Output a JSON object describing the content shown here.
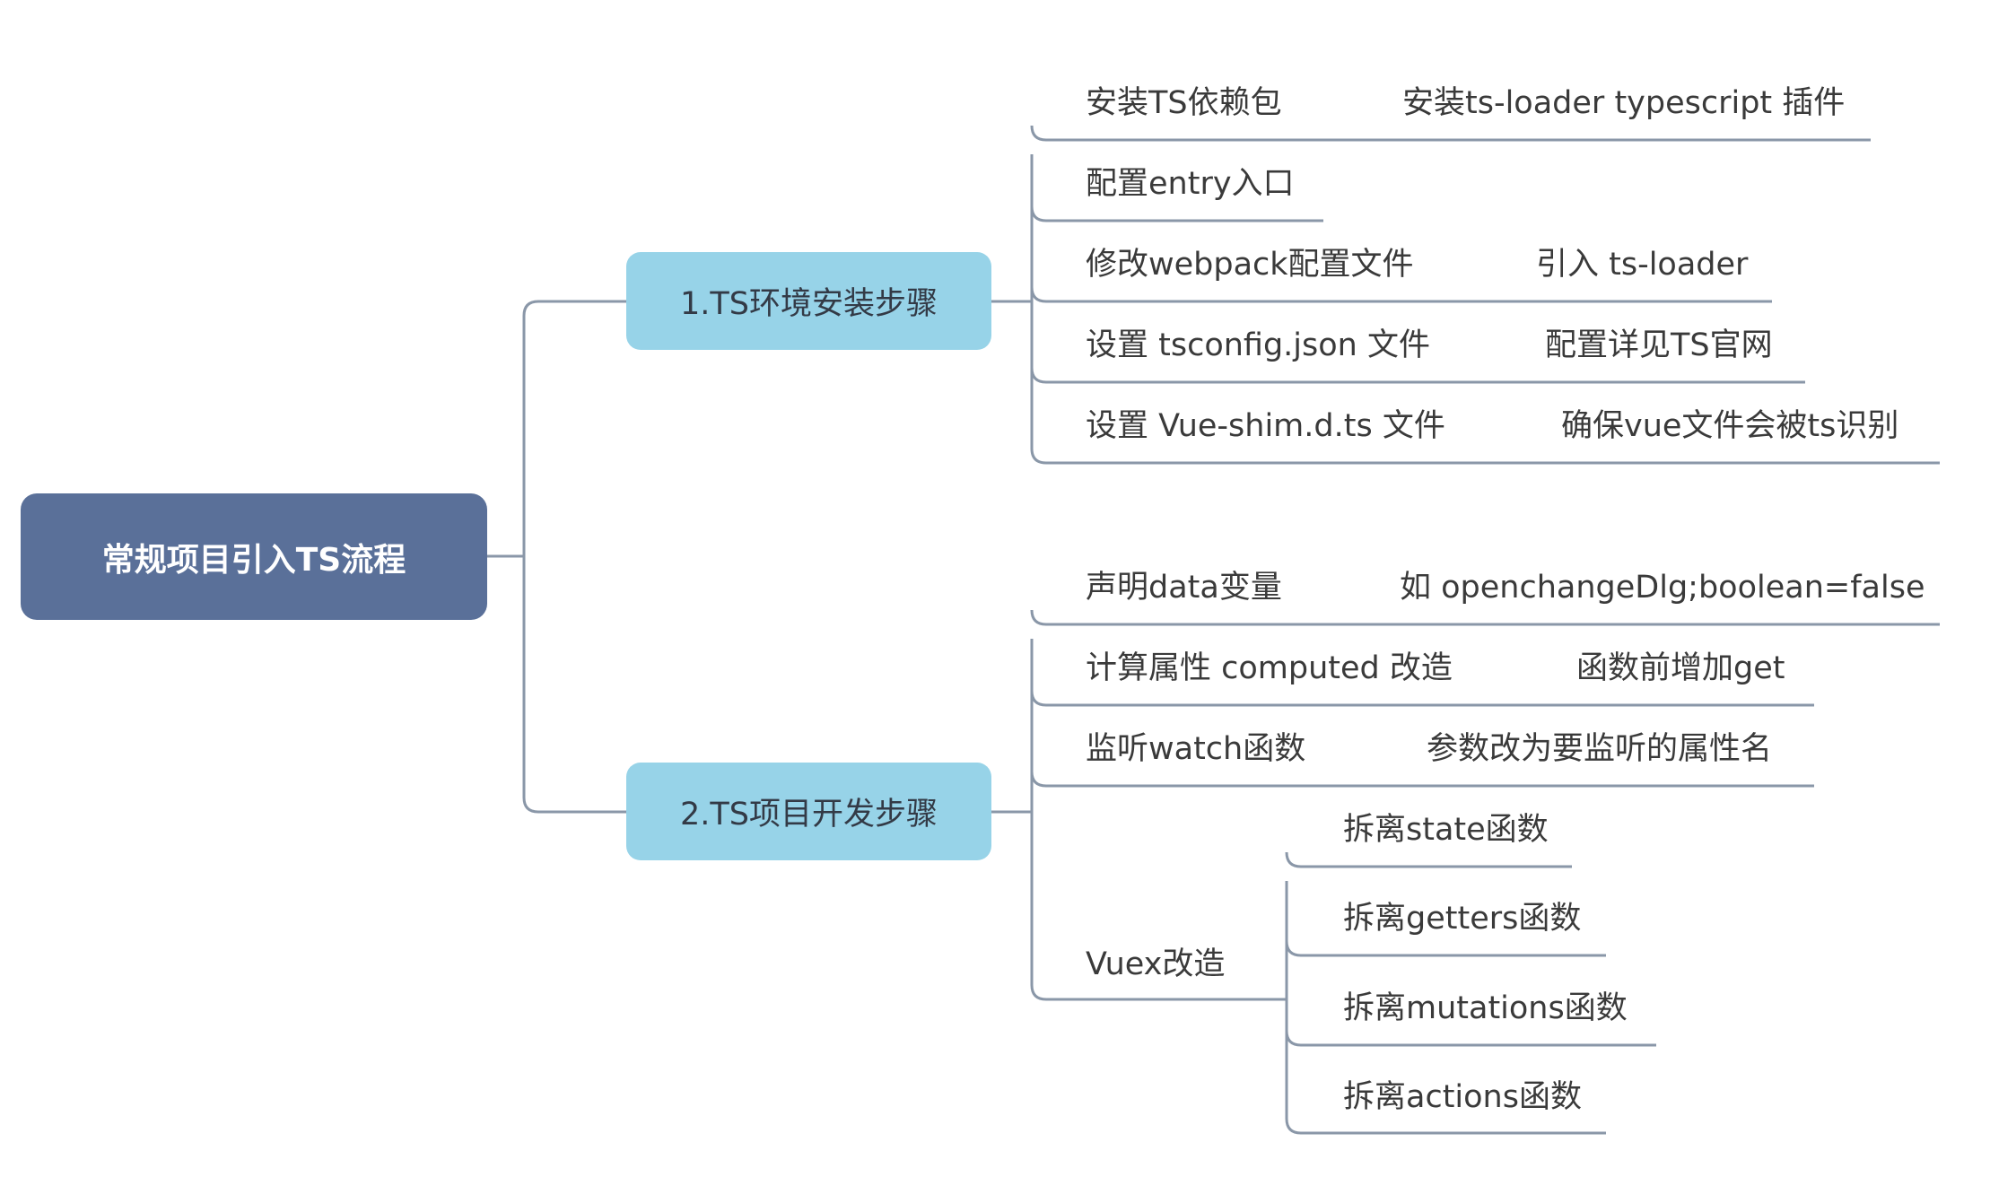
{
  "mindmap": {
    "root": {
      "label": "常规项目引入TS流程"
    },
    "branches": [
      {
        "label": "1.TS环境安装步骤",
        "items": [
          {
            "label": "安装TS依赖包",
            "note": "安装ts-loader typescript 插件"
          },
          {
            "label": "配置entry入口",
            "note": ""
          },
          {
            "label": "修改webpack配置文件",
            "note": "引入 ts-loader"
          },
          {
            "label": "设置 tsconfig.json 文件",
            "note": "配置详见TS官网"
          },
          {
            "label": "设置 Vue-shim.d.ts 文件",
            "note": "确保vue文件会被ts识别"
          }
        ]
      },
      {
        "label": "2.TS项目开发步骤",
        "items": [
          {
            "label": "声明data变量",
            "note": "如 openchangeDlg;boolean=false"
          },
          {
            "label": "计算属性 computed 改造",
            "note": "函数前增加get"
          },
          {
            "label": "监听watch函数",
            "note": "参数改为要监听的属性名"
          },
          {
            "label": "Vuex改造",
            "note": "",
            "children": [
              {
                "label": "拆离state函数"
              },
              {
                "label": "拆离getters函数"
              },
              {
                "label": "拆离mutations函数"
              },
              {
                "label": "拆离actions函数"
              }
            ]
          }
        ]
      }
    ],
    "colors": {
      "root_fill": "#5a7099",
      "branch_fill": "#97d3e8",
      "line": "#8a97a8",
      "text": "#3a3a3a"
    }
  }
}
